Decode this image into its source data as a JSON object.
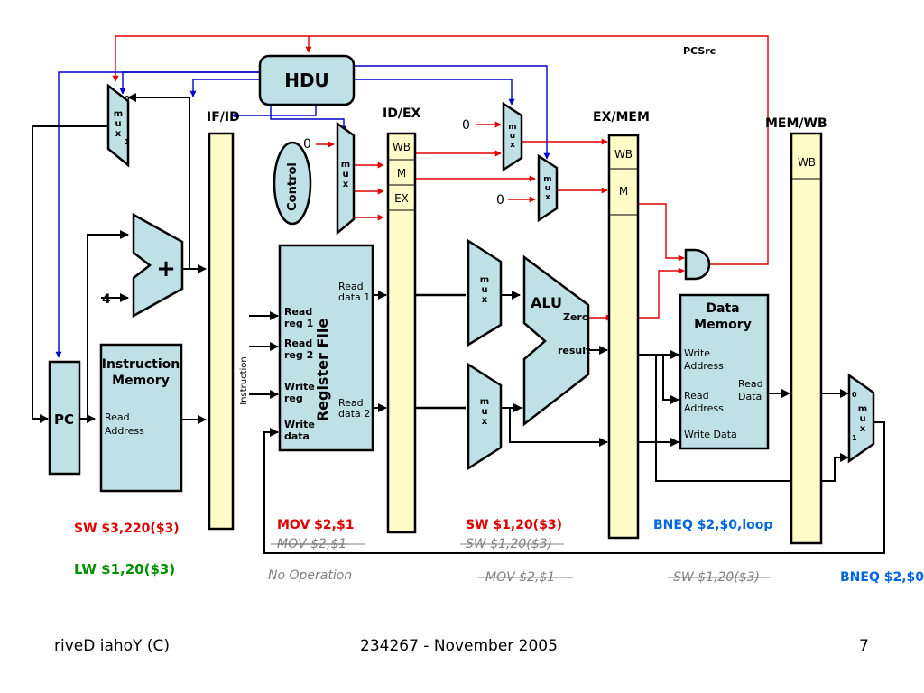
{
  "hdu": "HDU",
  "pcsrc": "PCSrc",
  "stages": {
    "ifid": "IF/ID",
    "idex": "ID/EX",
    "exmem": "EX/MEM",
    "memwb": "MEM/WB"
  },
  "pipe_fields": {
    "wb": "WB",
    "m": "M",
    "ex": "EX"
  },
  "mux_letters": {
    "m": "m",
    "u": "u",
    "x": "x"
  },
  "mux_inputs": {
    "zero": "0",
    "one": "1"
  },
  "control": "Control",
  "pc": "PC",
  "four": "4",
  "plus": "+",
  "instr_mem": {
    "title1": "Instruction",
    "title2": "Memory",
    "addr1": "Read",
    "addr2": "Address"
  },
  "instruction_label": "Instruction",
  "reg_file": {
    "title": "Register File",
    "read_reg1_a": "Read",
    "read_reg1_b": "reg 1",
    "read_reg2_a": "Read",
    "read_reg2_b": "reg 2",
    "write_reg_a": "Write",
    "write_reg_b": "reg",
    "write_data_a": "Write",
    "write_data_b": "data",
    "read_data1_a": "Read",
    "read_data1_b": "data 1",
    "read_data2_a": "Read",
    "read_data2_b": "data 2"
  },
  "alu": {
    "title": "ALU",
    "zero": "Zero",
    "result": "result"
  },
  "data_mem": {
    "title1": "Data",
    "title2": "Memory",
    "write_addr_a": "Write",
    "write_addr_b": "Address",
    "read_addr_a": "Read",
    "read_addr_b": "Address",
    "read_data_a": "Read",
    "read_data_b": "Data",
    "write_data": "Write Data"
  },
  "instructions": {
    "sw_3220": "SW $3,220($3)",
    "lw_120": "LW $1,20($3)",
    "mov_21": "MOV $2,$1",
    "mov_21_struck": "MOV $2,$1",
    "nop": "No Operation",
    "sw_120": "SW $1,20($3)",
    "sw_120_struck": "SW $1,20($3)",
    "mov_21_struck2": "MOV $2,$1",
    "bneq": "BNEQ $2,$0,loop",
    "sw_120_struck2": "SW $1,20($3)",
    "bneq_cut": "BNEQ $2,$0"
  },
  "footer": {
    "left": "riveD iahoY  (C)",
    "center": "234267 - November 2005",
    "right": "7"
  },
  "colors": {
    "red": "#e00000",
    "green": "#009000",
    "blue": "#0066dd",
    "gray": "#808080",
    "block": "#bfe0e4",
    "register": "#fffcc8"
  }
}
